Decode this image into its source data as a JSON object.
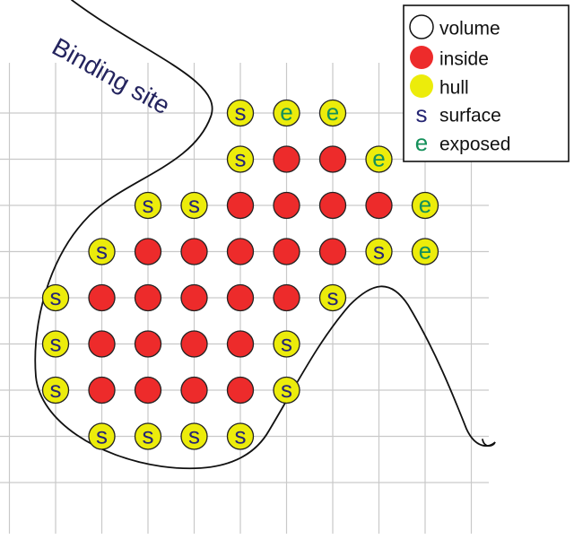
{
  "title_label": "Binding site",
  "colors": {
    "inside_fill": "#ed2b2b",
    "hull_fill": "#ecec0b",
    "volume_fill": "#ffffff",
    "surface_glyph": "#262673",
    "exposed_glyph": "#14905a",
    "site_label": "#24245e",
    "grid": "#c9c9c9",
    "outline": "#111111"
  },
  "legend": {
    "items": [
      {
        "key": "volume",
        "label": "volume"
      },
      {
        "key": "inside",
        "label": "inside"
      },
      {
        "key": "hull",
        "label": "hull"
      },
      {
        "key": "surface",
        "label": "surface",
        "glyph": "s"
      },
      {
        "key": "exposed",
        "label": "exposed",
        "glyph": "e"
      }
    ]
  },
  "grid_points": {
    "rows": [
      [
        "",
        "",
        "",
        "",
        "s",
        "e",
        "e",
        "",
        ""
      ],
      [
        "",
        "",
        "",
        "",
        "s",
        "i",
        "i",
        "e",
        ""
      ],
      [
        "",
        "",
        "s",
        "s",
        "i",
        "i",
        "i",
        "i",
        "e"
      ],
      [
        "",
        "s",
        "i",
        "i",
        "i",
        "i",
        "i",
        "s",
        "e"
      ],
      [
        "s",
        "i",
        "i",
        "i",
        "i",
        "i",
        "s",
        "",
        ""
      ],
      [
        "s",
        "i",
        "i",
        "i",
        "i",
        "s",
        "",
        "",
        ""
      ],
      [
        "s",
        "i",
        "i",
        "i",
        "i",
        "s",
        "",
        "",
        ""
      ],
      [
        "",
        "s",
        "s",
        "s",
        "s",
        "",
        "",
        "",
        ""
      ]
    ]
  }
}
